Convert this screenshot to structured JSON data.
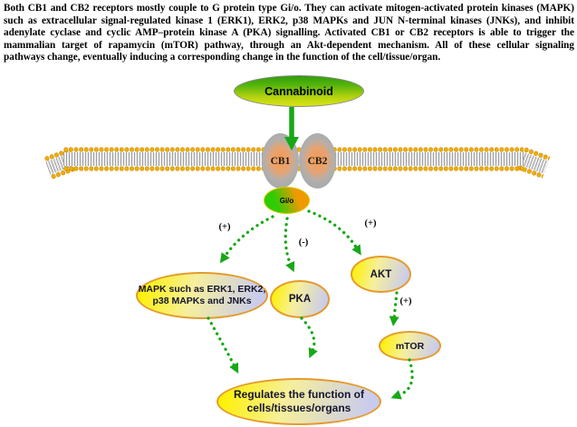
{
  "intro": {
    "lines": [
      "Both CB1 and CB2 receptors mostly couple to G protein type Gi/o. They can activate mitogen-activated protein kinases (MAPK)",
      "such as extracellular signal-regulated kinase 1 (ERK1), ERK2, p38 MAPKs and JUN N-terminal kinases (JNKs), and inhibit",
      "adenylate cyclase and cyclic AMP–protein kinase A (PKA) signalling. Activated CB1 or CB2 receptors is able to trigger the",
      "mammalian target of rapamycin (mTOR) pathway, through an Akt-dependent mechanism. All of these cellular signaling",
      "pathways change, eventually inducing a corresponding change in the function of the cell/tissue/organ."
    ]
  },
  "diagram": {
    "cannabinoid": {
      "label": "Cannabinoid"
    },
    "receptors": {
      "cb1": "CB1",
      "cb2": "CB2"
    },
    "g_protein": {
      "label": "Gi/o"
    },
    "signs": {
      "to_mapk": "(+)",
      "to_pka": "(-)",
      "to_akt": "(+)",
      "to_mtor": "(+)"
    },
    "nodes": {
      "mapk": {
        "line1": "MAPK such as ERK1, ERK2,",
        "line2": "p38 MAPKs and JNKs"
      },
      "pka": {
        "label": "PKA"
      },
      "akt": {
        "label": "AKT"
      },
      "mtor": {
        "label": "mTOR"
      },
      "outcome": {
        "line1": "Regulates the function of",
        "line2": "cells/tissues/organs"
      }
    },
    "edges": [
      {
        "from": "Cannabinoid",
        "to": "CB1/CB2",
        "style": "solid",
        "sign": ""
      },
      {
        "from": "Gi/o",
        "to": "MAPK such as ERK1, ERK2, p38 MAPKs and JNKs",
        "style": "dotted",
        "sign": "(+)"
      },
      {
        "from": "Gi/o",
        "to": "PKA",
        "style": "dotted",
        "sign": "(-)"
      },
      {
        "from": "Gi/o",
        "to": "AKT",
        "style": "dotted",
        "sign": "(+)"
      },
      {
        "from": "AKT",
        "to": "mTOR",
        "style": "dotted",
        "sign": "(+)"
      },
      {
        "from": "MAPK such as ERK1, ERK2, p38 MAPKs and JNKs",
        "to": "Regulates the function of cells/tissues/organs",
        "style": "dotted",
        "sign": ""
      },
      {
        "from": "PKA",
        "to": "Regulates the function of cells/tissues/organs",
        "style": "dotted",
        "sign": ""
      },
      {
        "from": "mTOR",
        "to": "Regulates the function of cells/tissues/organs",
        "style": "dotted",
        "sign": ""
      }
    ],
    "colors": {
      "arrow_green": "#17a817",
      "node_border_orange": "#e39b2d",
      "node_yellow": "#fff100",
      "node_lavender": "#c9cbee",
      "membrane_gold": "#efae00",
      "receptor_gray": "#ababab",
      "receptor_core_orange": "#f09a50",
      "cannabinoid_green": "#2f9e0a",
      "cannabinoid_yellow": "#d9e414",
      "gio_green": "#2ecc00",
      "gio_orange": "#f09900"
    }
  }
}
